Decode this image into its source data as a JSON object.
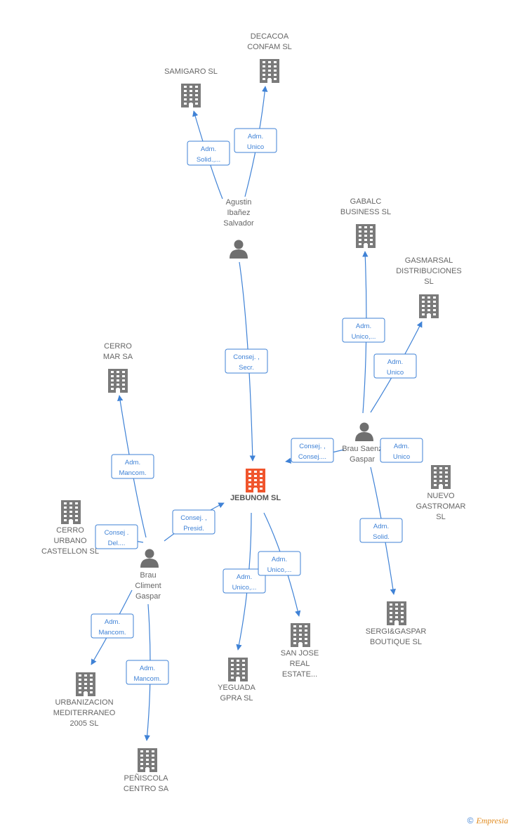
{
  "colors": {
    "edge": "#3f82d6",
    "company": "#7a7a7a",
    "person": "#6f6f6f",
    "focus": "#f0552d"
  },
  "nodes": [
    {
      "id": "jebunom",
      "kind": "company",
      "focus": true,
      "icon": "building-icon",
      "lines": [
        "JEBUNOM  SL"
      ]
    },
    {
      "id": "samigaro",
      "kind": "company",
      "icon": "building-icon",
      "lines": [
        "SAMIGARO SL"
      ]
    },
    {
      "id": "decacoa",
      "kind": "company",
      "icon": "building-icon",
      "lines": [
        "DECACOA",
        "CONFAM SL"
      ]
    },
    {
      "id": "agustin",
      "kind": "person",
      "icon": "person-icon",
      "lines": [
        "Agustin",
        "Ibañez",
        "Salvador"
      ]
    },
    {
      "id": "gabalc",
      "kind": "company",
      "icon": "building-icon",
      "lines": [
        "GABALC",
        "BUSINESS  SL"
      ]
    },
    {
      "id": "gasmarsal",
      "kind": "company",
      "icon": "building-icon",
      "lines": [
        "GASMARSAL",
        "DISTRIBUCIONES",
        "SL"
      ]
    },
    {
      "id": "cerromar",
      "kind": "company",
      "icon": "building-icon",
      "lines": [
        "CERRO",
        "MAR SA"
      ]
    },
    {
      "id": "brausaenz",
      "kind": "person",
      "icon": "person-icon",
      "lines": [
        "Brau Saenz",
        "Gaspar"
      ]
    },
    {
      "id": "nuevogastromar",
      "kind": "company",
      "icon": "building-icon",
      "lines": [
        "NUEVO",
        "GASTROMAR",
        "SL"
      ]
    },
    {
      "id": "cerrourbano",
      "kind": "company",
      "icon": "building-icon",
      "lines": [
        "CERRO",
        "URBANO",
        "CASTELLON SL"
      ]
    },
    {
      "id": "braucliment",
      "kind": "person",
      "icon": "person-icon",
      "lines": [
        "Brau",
        "Climent",
        "Gaspar"
      ]
    },
    {
      "id": "sergi",
      "kind": "company",
      "icon": "building-icon",
      "lines": [
        "SERGI&GASPAR",
        "BOUTIQUE  SL"
      ]
    },
    {
      "id": "sanjose",
      "kind": "company",
      "icon": "building-icon",
      "lines": [
        "SAN JOSE",
        "REAL",
        "ESTATE..."
      ]
    },
    {
      "id": "yeguada",
      "kind": "company",
      "icon": "building-icon",
      "lines": [
        "YEGUADA",
        "GPRA  SL"
      ]
    },
    {
      "id": "urbanizacion",
      "kind": "company",
      "icon": "building-icon",
      "lines": [
        "URBANIZACION",
        "MEDITERRANEO",
        "2005 SL"
      ]
    },
    {
      "id": "peniscola",
      "kind": "company",
      "icon": "building-icon",
      "lines": [
        "PEÑISCOLA",
        "CENTRO SA"
      ]
    }
  ],
  "edges": [
    {
      "from": "agustin",
      "to": "samigaro",
      "label": [
        "Adm.",
        "Solid.,..."
      ]
    },
    {
      "from": "agustin",
      "to": "decacoa",
      "label": [
        "Adm.",
        "Unico"
      ]
    },
    {
      "from": "agustin",
      "to": "jebunom",
      "label": [
        "Consej. ,",
        "Secr."
      ]
    },
    {
      "from": "brausaenz",
      "to": "gabalc",
      "label": [
        "Adm.",
        "Unico,..."
      ]
    },
    {
      "from": "brausaenz",
      "to": "gasmarsal",
      "label": [
        "Adm.",
        "Unico"
      ]
    },
    {
      "from": "brausaenz",
      "to": "jebunom",
      "label": [
        "Consej. ,",
        "Consej...."
      ]
    },
    {
      "from": "brausaenz",
      "to": "nuevogastromar",
      "label": [
        "Adm.",
        "Unico"
      ]
    },
    {
      "from": "brausaenz",
      "to": "sergi",
      "label": [
        "Adm.",
        "Solid."
      ]
    },
    {
      "from": "braucliment",
      "to": "cerromar",
      "label": [
        "Adm.",
        "Mancom."
      ]
    },
    {
      "from": "braucliment",
      "to": "cerrourbano",
      "label": [
        "Consej .",
        "Del...."
      ]
    },
    {
      "from": "braucliment",
      "to": "jebunom",
      "label": [
        "Consej. ,",
        "Presid."
      ]
    },
    {
      "from": "braucliment",
      "to": "urbanizacion",
      "label": [
        "Adm.",
        "Mancom."
      ]
    },
    {
      "from": "braucliment",
      "to": "peniscola",
      "label": [
        "Adm.",
        "Mancom."
      ]
    },
    {
      "from": "jebunom",
      "to": "yeguada",
      "label": [
        "Adm.",
        "Unico,..."
      ]
    },
    {
      "from": "jebunom",
      "to": "sanjose",
      "label": [
        "Adm.",
        "Unico,..."
      ]
    }
  ],
  "footer": {
    "copyright": "©",
    "brand": "Empresia"
  }
}
